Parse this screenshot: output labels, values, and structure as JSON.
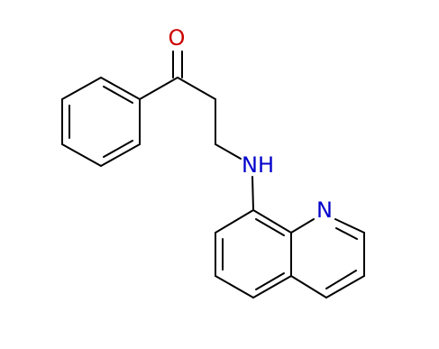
{
  "molecule": {
    "colors": {
      "bond": "#000000",
      "oxygen": "#cc0000",
      "nitrogen": "#0000cc"
    },
    "atoms": {
      "oxygen": "O",
      "amine": "NH",
      "ring_nitrogen": "N"
    }
  }
}
